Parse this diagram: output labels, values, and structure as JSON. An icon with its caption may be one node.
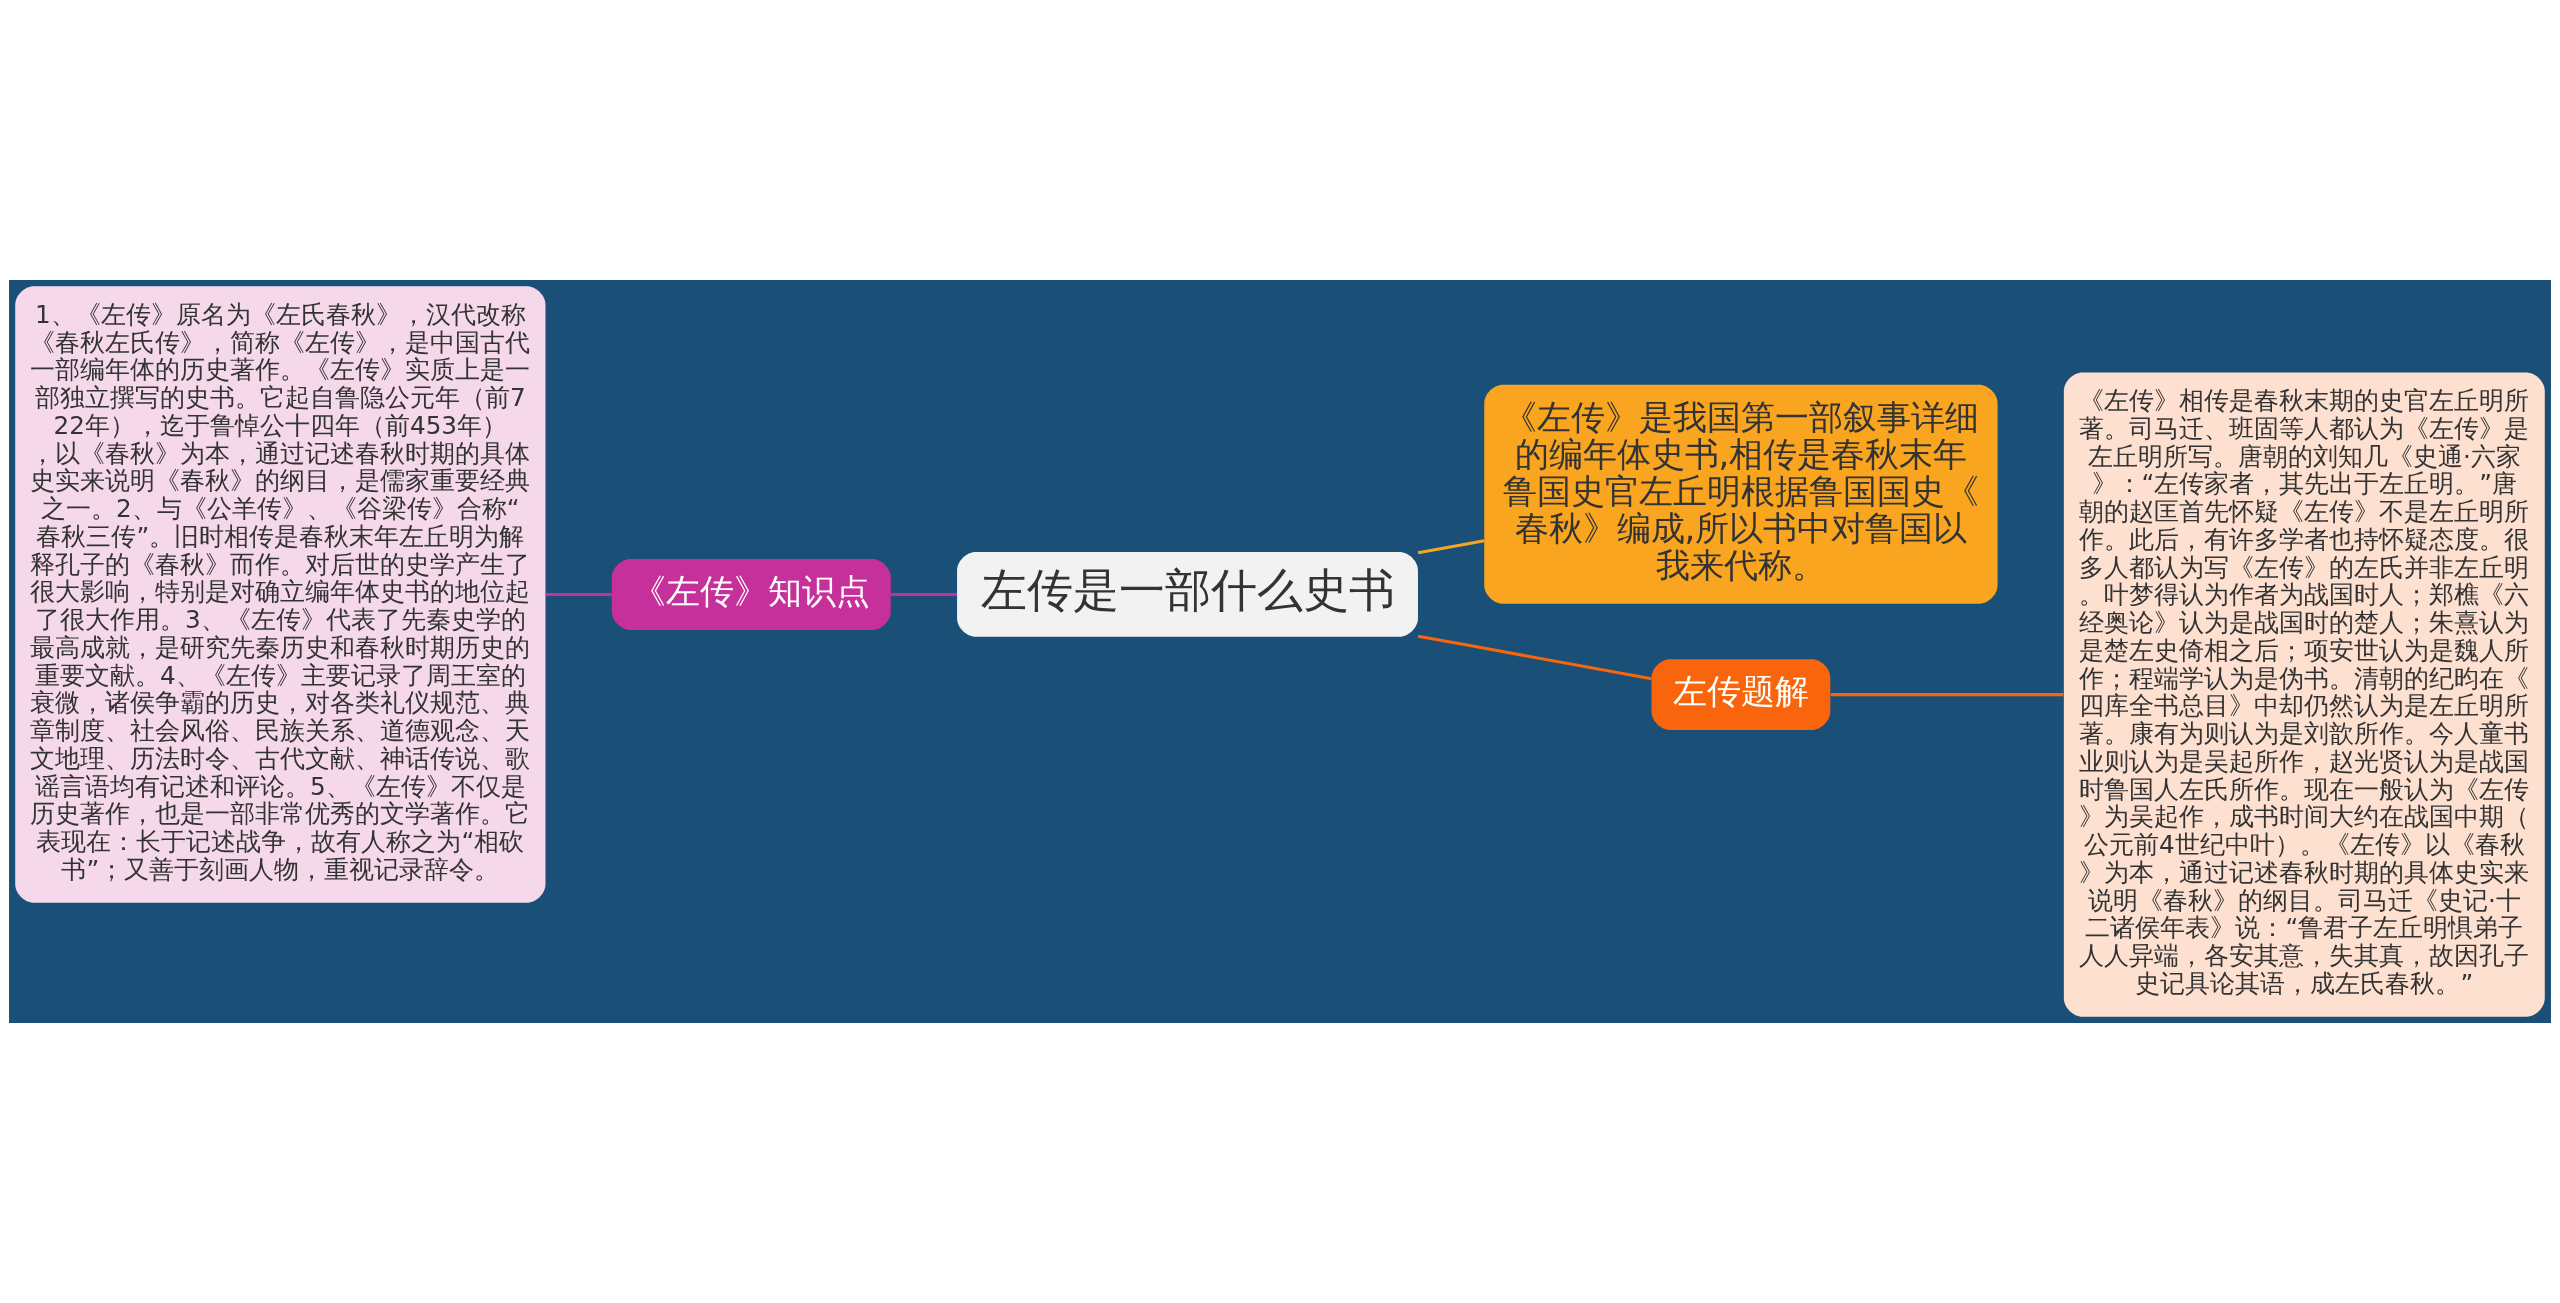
{
  "diagram": {
    "nodes": [
      {
        "text": [
          "左传是一部什么史书"
        ]
      },
      {
        "text": [
          "《左传》知识点"
        ]
      },
      {
        "text": [
          "1、《左传》原名为《左氏春秋》，汉代改称《春秋左氏传》，简称《左传》，是中国古代一部编年体的历史著作。《左传》实质上是一部独立撰写的史书。它起自鲁隐公元年（前722年），迄于鲁悼公十四年（前453年），以《春秋》为本，通过记述春秋时期的具体史实来说明《春秋》的纲目，是儒家重要经典之一。2、与《公羊传》、《谷梁传》合称“春秋三传”。旧时相传是春秋末年左丘明为解释孔子的《春秋》而作。对后世的史学产生了很大影响，特别是对确立编年体史书的地位起了很大作用。3、《左传》代表了先秦史学的最高成就，是研究先秦历史和春秋时期历史的重要文献。4、《左传》主要记录了周王室的衰微，诸侯争霸的历史，对各类礼仪规范、典章制度、社会风俗、民族关系、道德观念、天文地理、历法时令、古代文献、神话传说、歌谣言语均有记述和评论。5、《左传》不仅是历史著作，也是一部非常优秀的文学著作。它表现在：长于记述战争，故有人称之为“相砍书”；又善于刻画人物，重视记录辞令。"
        ]
      },
      {
        "text": [
          "《左传》是我国第一部叙事详细的编年体史书,相传是春秋末年鲁国史官左丘明根据鲁国国史《春秋》编成,所以书中对鲁国以我来代称。"
        ]
      },
      {
        "text": [
          "左传题解"
        ]
      },
      {
        "text": [
          "《左传》相传是春秋末期的史官左丘明所著。司马迁、班固等人都认为《左传》是左丘明所写。唐朝的刘知几《史通·六家》：“左传家者，其先出于左丘明。”唐朝的赵匡首先怀疑《左传》不是左丘明所作。此后，有许多学者也持怀疑态度。很多人都认为写《左传》的左氏并非左丘明。叶梦得认为作者为战国时人；郑樵《六经奥论》认为是战国时的楚人；朱熹认为是楚左史倚相之后；项安世认为是魏人所作；程端学认为是伪书。清朝的纪昀在《四库全书总目》中却仍然认为是左丘明所著。康有为则认为是刘歆所作。今人童书业则认为是吴起所作，赵光贤认为是战国时鲁国人左氏所作。现在一般认为《左传》为吴起作，成书时间大约在战国中期（公元前4世纪中叶）。《左传》以《春秋》为本，通过记述春秋时期的具体史实来说明《春秋》的纲目。司马迁《史记·十二诸侯年表》说：“鲁君子左丘明惧弟子人人异端，各安其意，失其真，故因孔子史记具论其语，成左氏春秋。”"
        ]
      }
    ],
    "edges": [
      {
        "from": 0,
        "to": 1,
        "arrow": "none",
        "color": "#c6309a"
      },
      {
        "from": 1,
        "to": 2,
        "arrow": "none",
        "color": "#c6309a"
      },
      {
        "from": 0,
        "to": 3,
        "arrow": "none",
        "color": "#f5a623"
      },
      {
        "from": 0,
        "to": 4,
        "arrow": "none",
        "color": "#f8650c"
      },
      {
        "from": 4,
        "to": 5,
        "arrow": "none",
        "color": "#f8650c"
      }
    ]
  }
}
